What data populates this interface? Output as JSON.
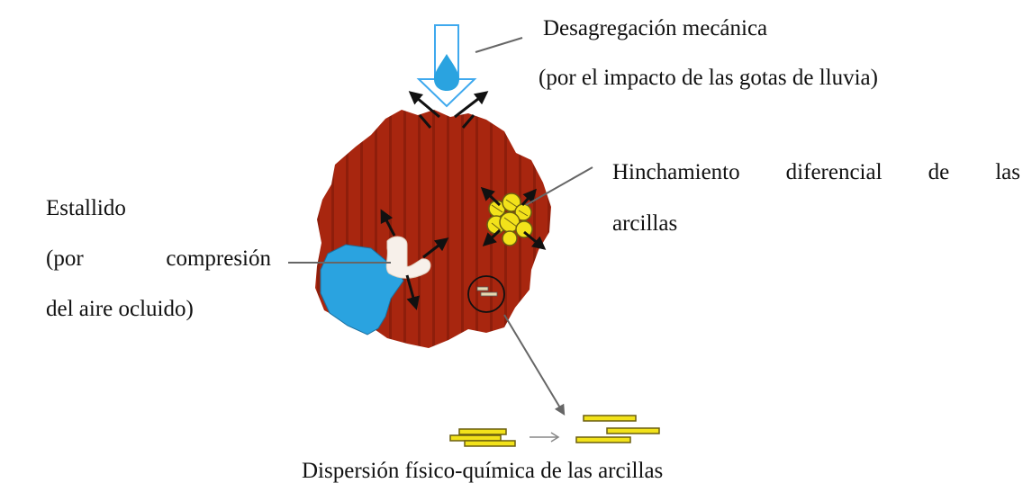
{
  "labels": {
    "mechanical_title": "Desagregación mecánica",
    "mechanical_sub": "(por el impacto de las gotas de lluvia)",
    "swelling_words": [
      "Hinchamiento",
      "diferencial",
      "de",
      "las"
    ],
    "swelling_line2": "arcillas",
    "burst_title": "Estallido",
    "burst_line2_words": [
      "(por",
      "compresión"
    ],
    "burst_line3": "del aire ocluido)",
    "dispersion": "Dispersión físico-química de las arcillas"
  },
  "colors": {
    "aggregate": "#a8260f",
    "aggregate_stripe": "#8e1e0b",
    "water": "#2aa3e0",
    "drop_outline": "#3fa9ee",
    "clay": "#f2e21a",
    "clay_outline": "#6b5f10",
    "arrow": "#111111",
    "leader": "#666666",
    "air": "#f7f0ea"
  },
  "icons": [
    "raindrop-icon",
    "impact-arrow-icon",
    "clay-cluster-icon",
    "clay-platelet-icon"
  ]
}
